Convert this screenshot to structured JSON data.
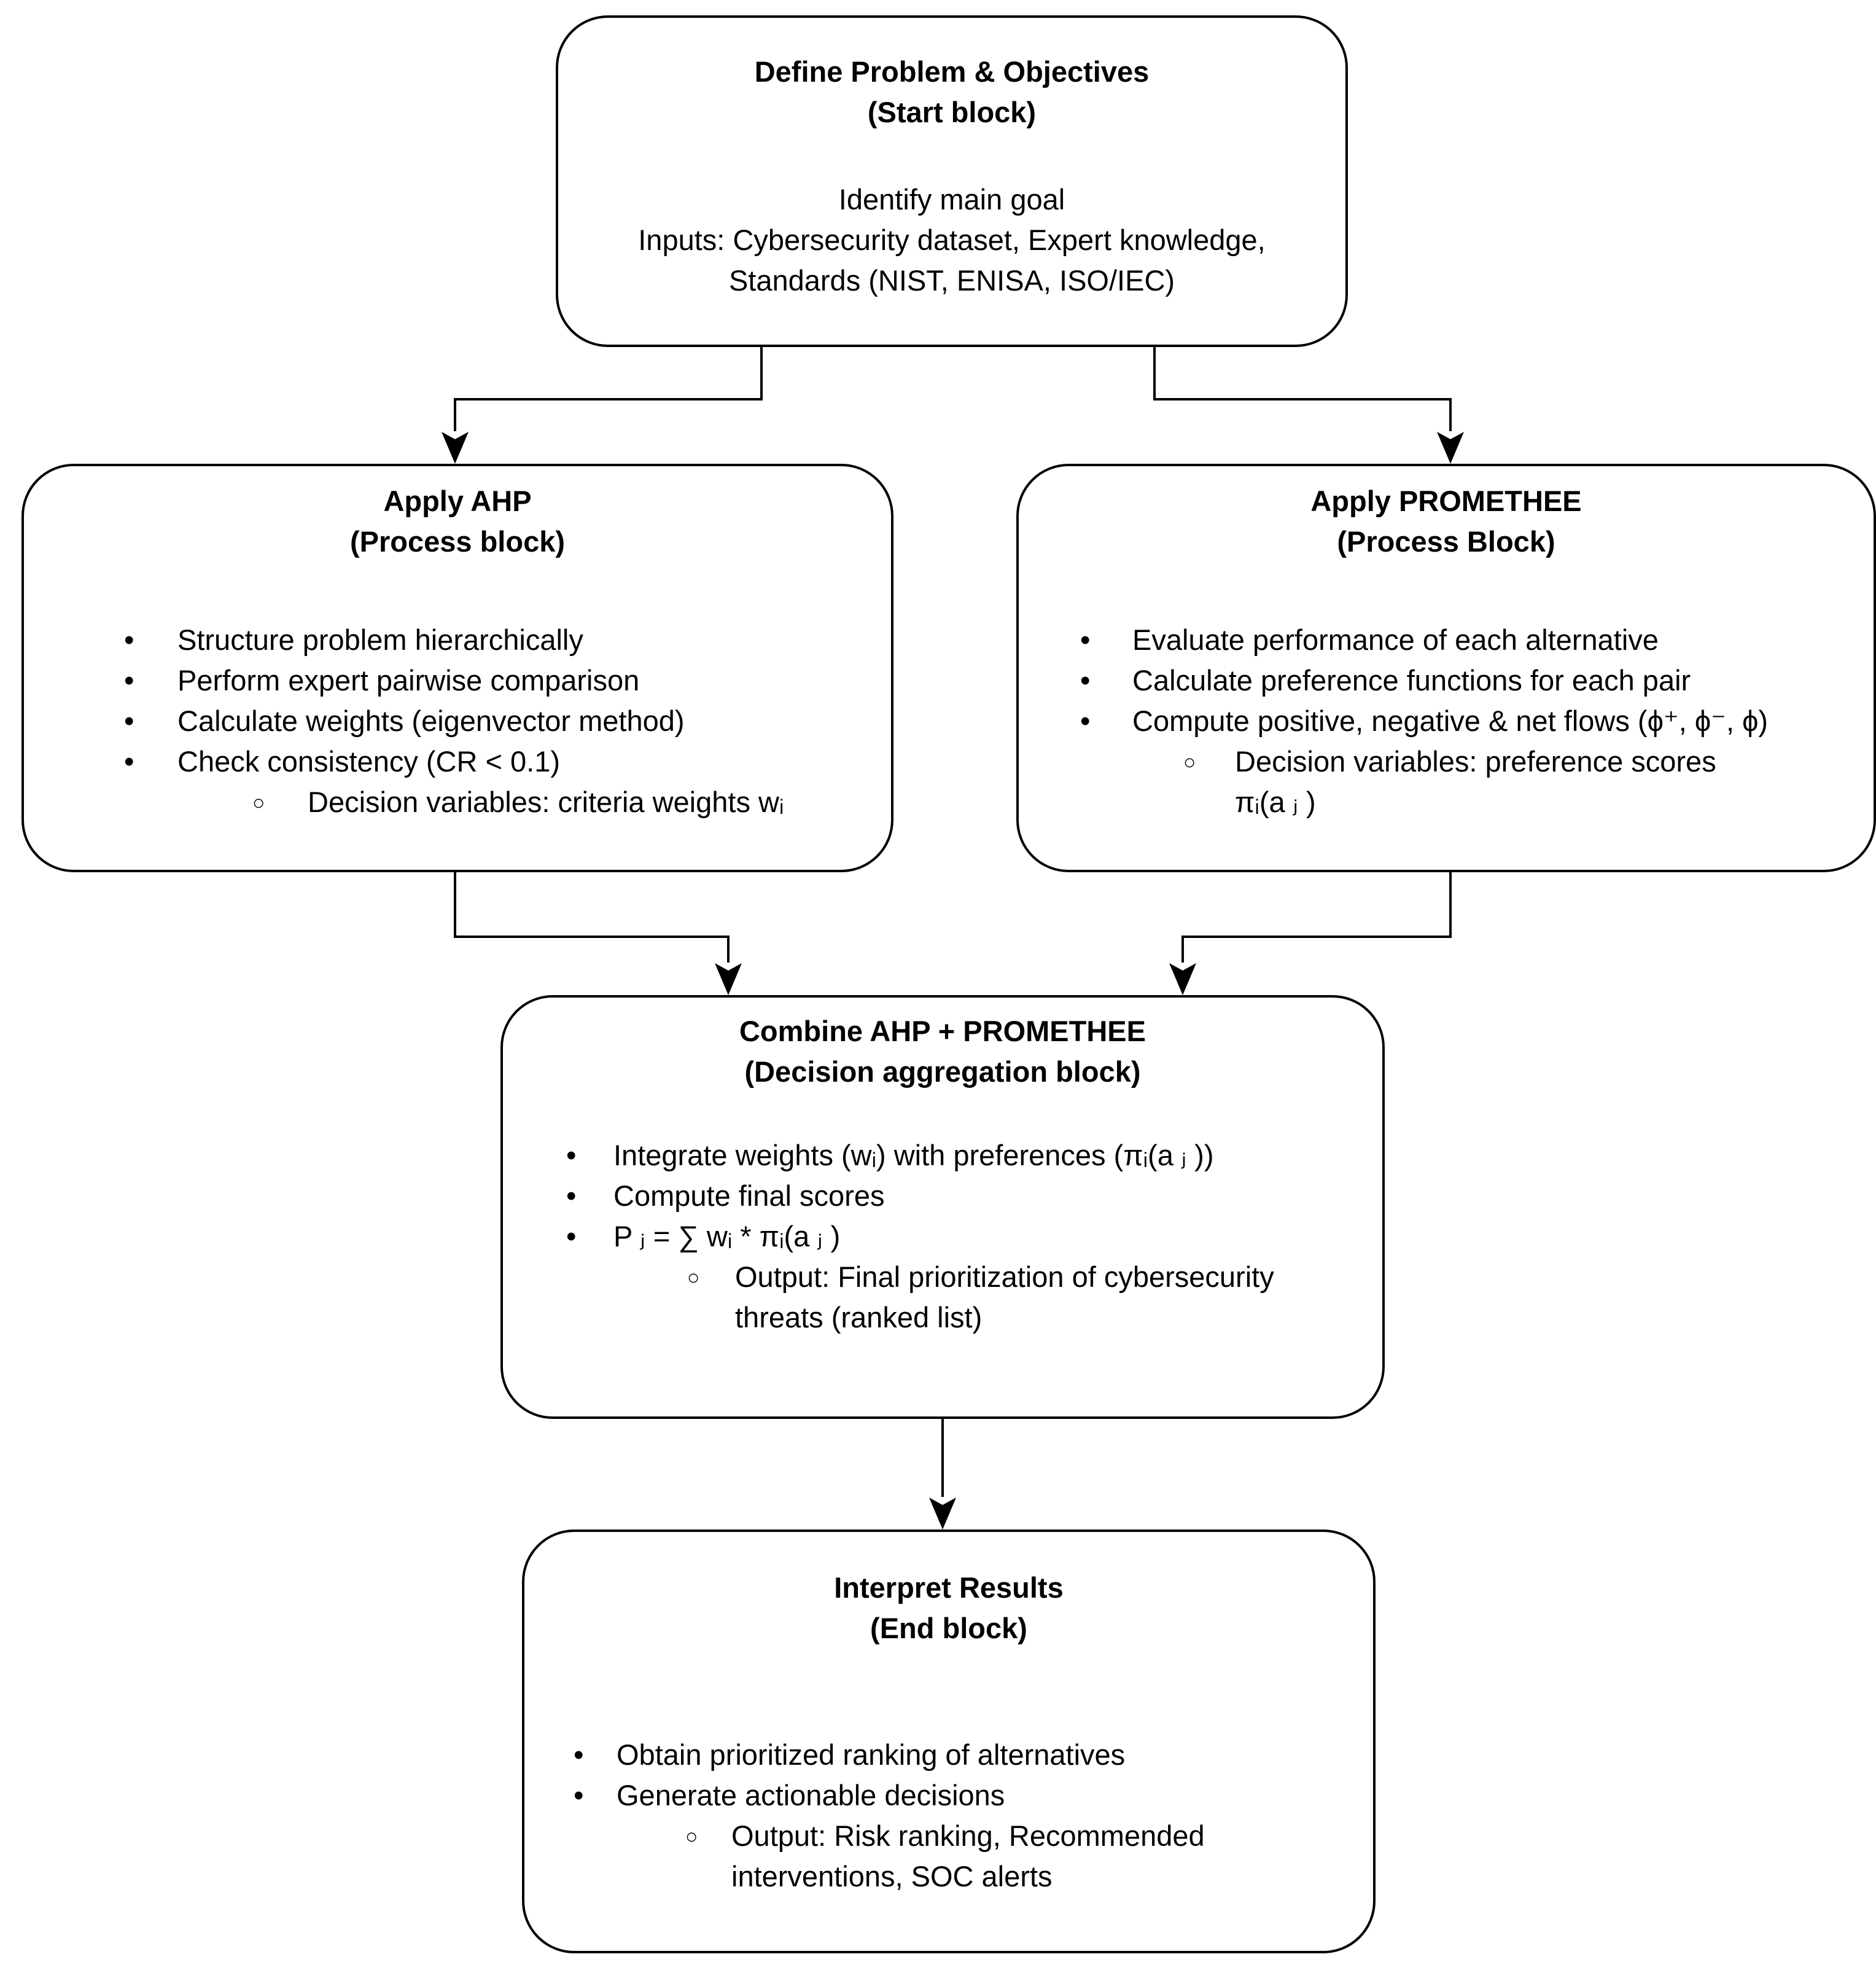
{
  "diagram": {
    "background_color": "#ffffff",
    "line_color": "#000000",
    "text_color": "#000000",
    "blocks": {
      "start": {
        "title": "Define Problem & Objectives\n(Start block)",
        "body": "Identify main goal\nInputs: Cybersecurity dataset, Expert knowledge,\nStandards (NIST, ENISA, ISO/IEC)"
      },
      "ahp": {
        "title": "Apply AHP\n(Process block)",
        "bullets": [
          {
            "marker": "disc",
            "text": "Structure problem hierarchically"
          },
          {
            "marker": "disc",
            "text": "Perform expert pairwise comparison"
          },
          {
            "marker": "disc",
            "text": "Calculate weights (eigenvector method)"
          },
          {
            "marker": "disc",
            "text": "Check consistency (CR < 0.1)"
          },
          {
            "marker": "circle",
            "text": "Decision variables: criteria weights wᵢ"
          }
        ]
      },
      "promethee": {
        "title": "Apply PROMETHEE\n(Process Block)",
        "bullets": [
          {
            "marker": "disc",
            "text": "Evaluate performance of each alternative"
          },
          {
            "marker": "disc",
            "text": "Calculate preference functions for each pair"
          },
          {
            "marker": "disc",
            "text": "Compute positive, negative & net flows (ϕ⁺, ϕ⁻, ϕ)"
          },
          {
            "marker": "circle",
            "text": "Decision variables: preference scores\nπᵢ(a ⱼ )"
          }
        ]
      },
      "combine": {
        "title": "Combine AHP + PROMETHEE\n(Decision aggregation block)",
        "bullets": [
          {
            "marker": "disc",
            "text": "Integrate weights (wᵢ) with preferences (πᵢ(a ⱼ ))"
          },
          {
            "marker": "disc",
            "text": "Compute final scores"
          },
          {
            "marker": "disc",
            "text": "P ⱼ = ∑ wᵢ * πᵢ(a ⱼ )"
          },
          {
            "marker": "circle",
            "text": "Output: Final prioritization of cybersecurity\nthreats (ranked list)"
          }
        ]
      },
      "interpret": {
        "title": "Interpret Results\n(End block)",
        "bullets": [
          {
            "marker": "disc",
            "text": "Obtain prioritized ranking of alternatives"
          },
          {
            "marker": "disc",
            "text": "Generate actionable decisions"
          },
          {
            "marker": "circle",
            "text": "Output: Risk ranking, Recommended\ninterventions, SOC alerts"
          }
        ]
      }
    }
  }
}
